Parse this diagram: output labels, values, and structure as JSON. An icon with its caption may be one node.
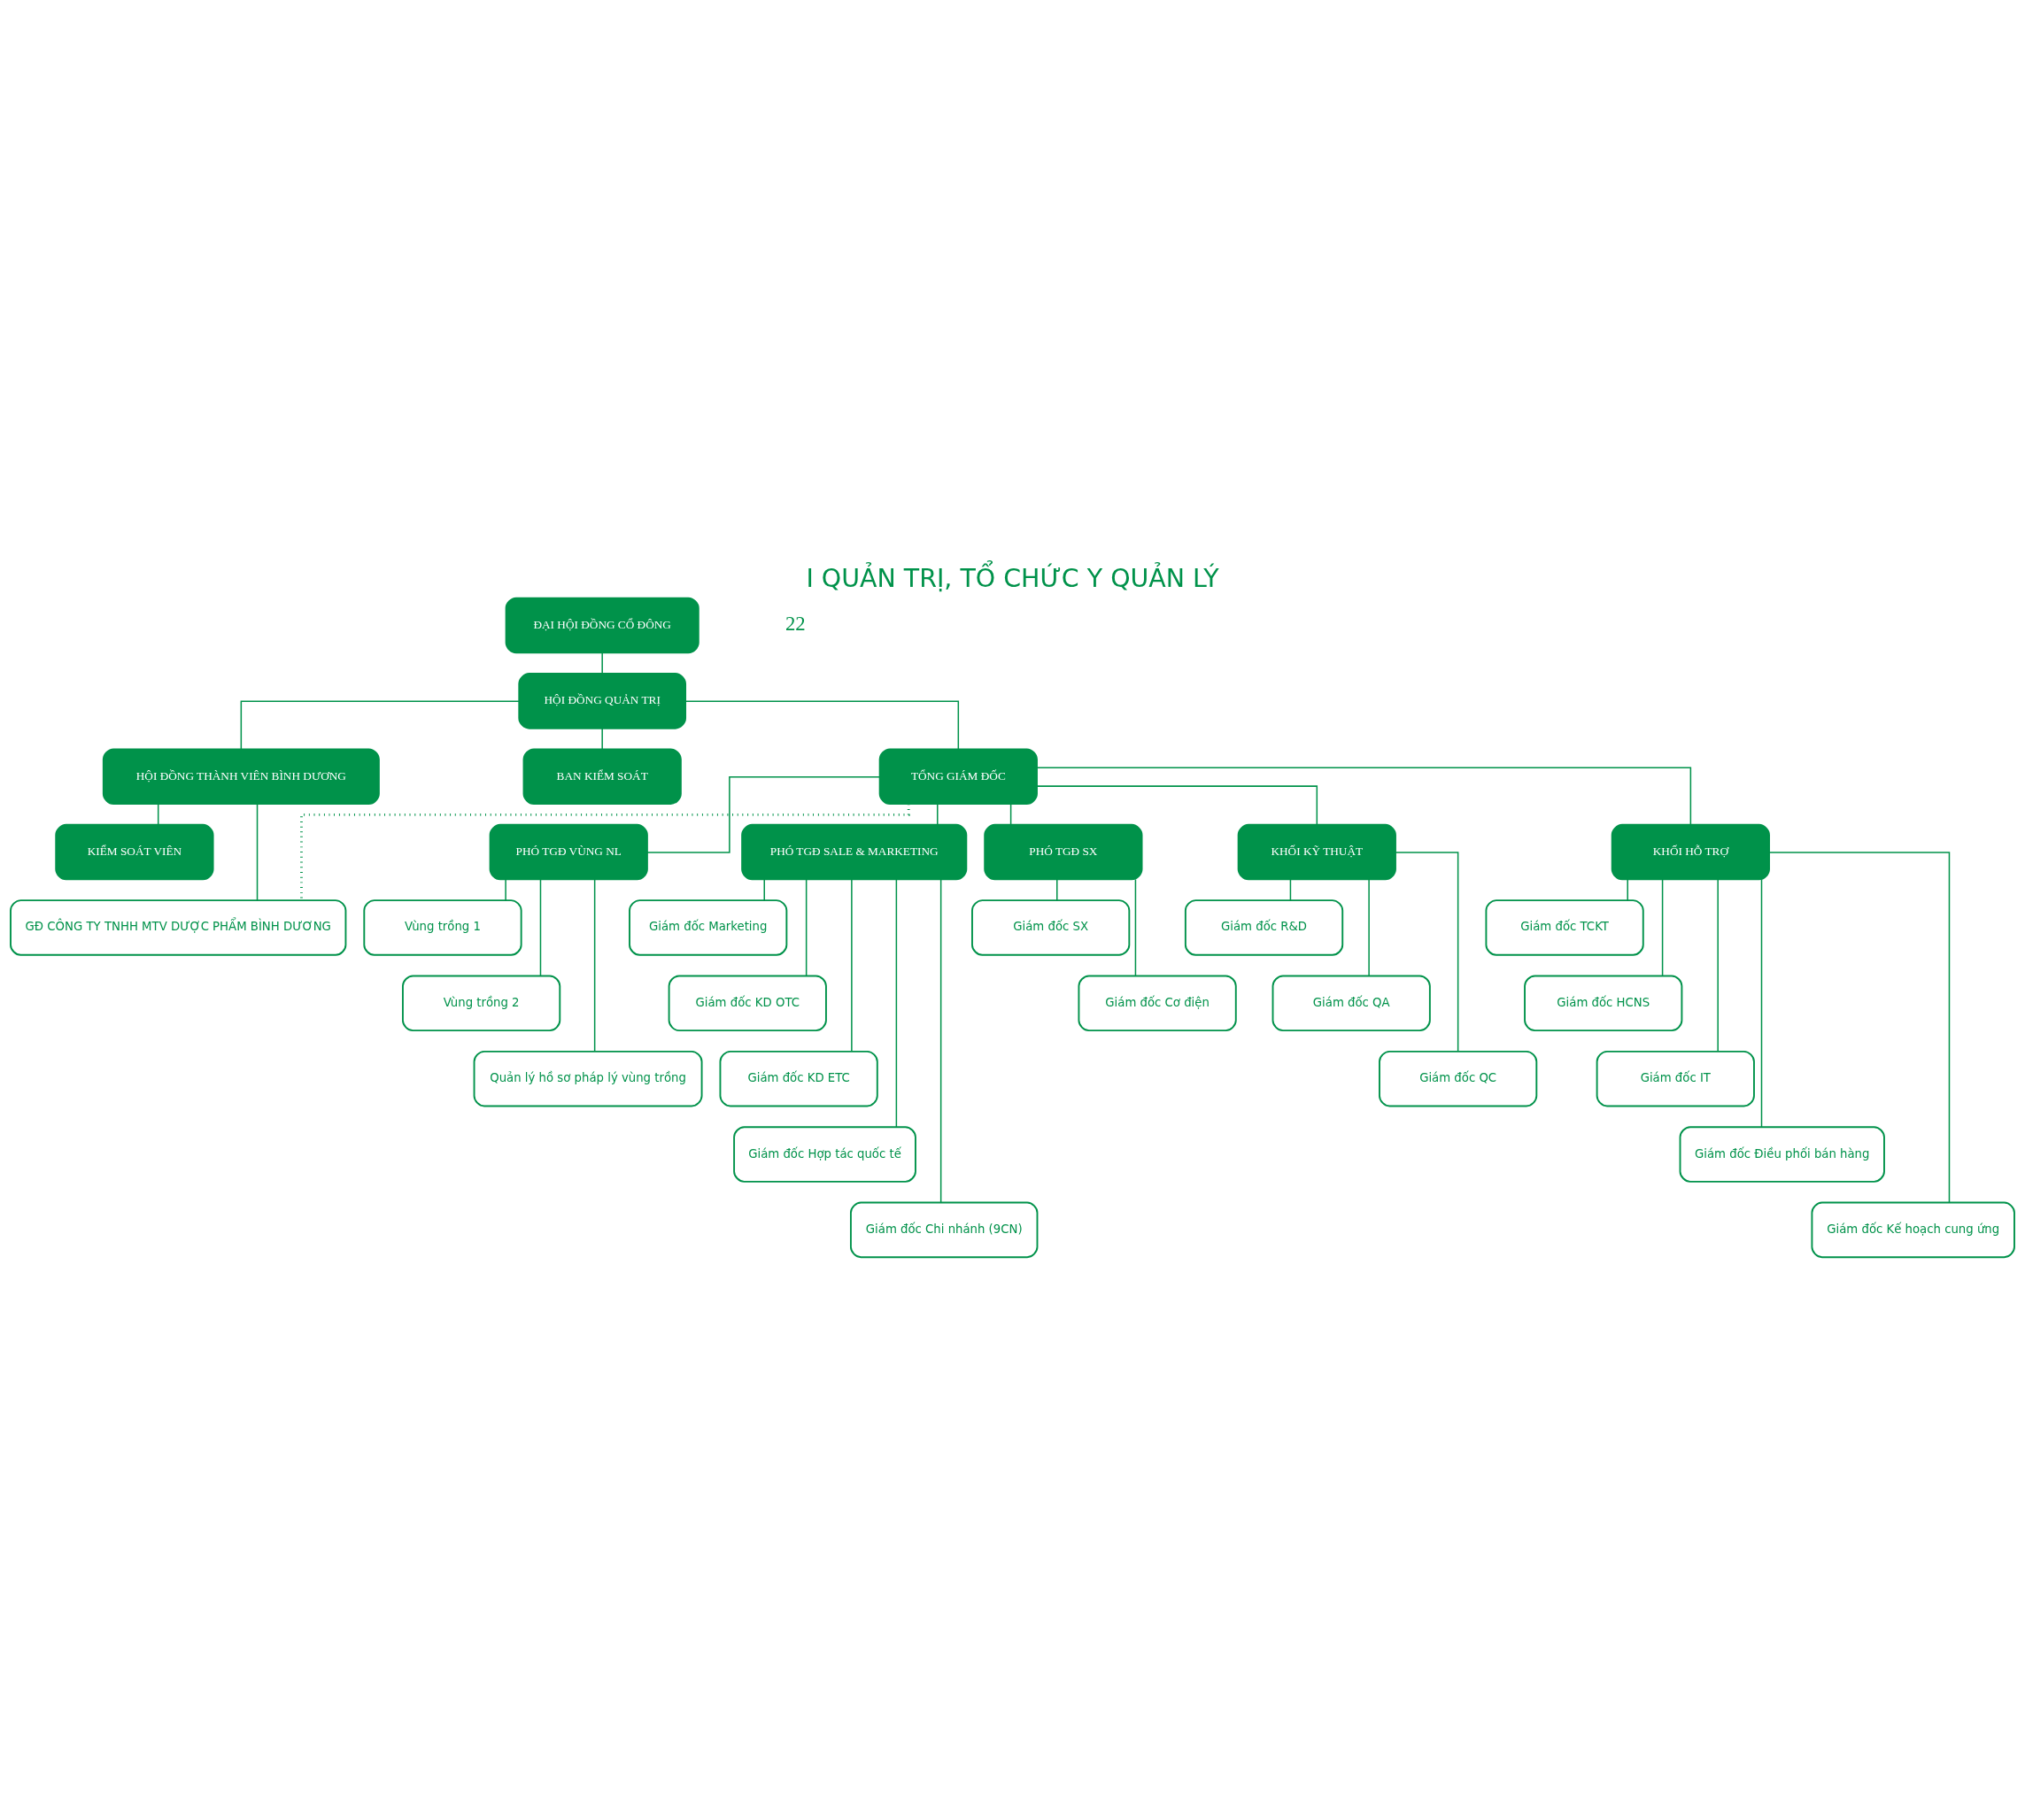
{
  "diagram": {
    "title": "I QUẢN TRỊ, TỔ CHỨC Y QUẢN LÝ",
    "nodes": [
      {
        "text": [
          "ĐẠI HỘI ĐỒNG CỔ ĐÔNG"
        ]
      },
      {
        "text": [
          "HỘI ĐỒNG QUẢN TRỊ"
        ]
      },
      {
        "text": [
          "HỘI ĐỒNG THÀNH VIÊN BÌNH DƯƠNG"
        ]
      },
      {
        "text": [
          "BAN KIỂM SOÁT"
        ]
      },
      {
        "text": [
          "KIỂM SOÁT VIÊN"
        ]
      },
      {
        "text": [
          "TỔNG GIÁM ĐỐC"
        ]
      },
      {
        "text": [
          "PHÓ TGĐ VÙNG NL"
        ]
      },
      {
        "text": [
          "PHÓ TGĐ SALE & MARKETING"
        ]
      },
      {
        "text": [
          "PHÓ TGĐ SX"
        ]
      },
      {
        "text": [
          "KHỐI KỸ THUẬT"
        ]
      },
      {
        "text": [
          "KHỐI HỖ TRỢ"
        ]
      },
      {
        "text": [
          "Vùng trồng 1"
        ]
      },
      {
        "text": [
          "Vùng trồng 2"
        ]
      },
      {
        "text": [
          "Quản lý hồ sơ pháp lý vùng trồng"
        ]
      },
      {
        "text": [
          "Giám đốc Marketing"
        ]
      },
      {
        "text": [
          "Giám đốc KD OTC"
        ]
      },
      {
        "text": [
          "Giám đốc KD ETC"
        ]
      },
      {
        "text": [
          "Giám đốc Hợp tác quốc tế"
        ]
      },
      {
        "text": [
          "Giám đốc Chi nhánh (9CN)"
        ]
      },
      {
        "text": [
          "Giám đốc SX"
        ]
      },
      {
        "text": [
          "Giám đốc Cơ điện"
        ]
      },
      {
        "text": [
          "Giám đốc R&D"
        ]
      },
      {
        "text": [
          "Giám đốc QA"
        ]
      },
      {
        "text": [
          "Giám đốc QC"
        ]
      },
      {
        "text": [
          "Giám đốc TCKT"
        ]
      },
      {
        "text": [
          "Giám đốc HCNS"
        ]
      },
      {
        "text": [
          "Giám đốc IT"
        ]
      },
      {
        "text": [
          "Giám đốc Điều phối bán hàng"
        ]
      },
      {
        "text": [
          "Giám đốc Kế hoạch cung ứng"
        ]
      },
      {
        "text": [
          "GĐ CÔNG TY TNHH MTV DƯỢC PHẨM BÌNH DƯƠNG"
        ]
      }
    ],
    "edges": [
      {
        "from": 0,
        "to": 1,
        "arrow": "none"
      },
      {
        "from": 1,
        "to": 2,
        "arrow": "none"
      },
      {
        "from": 1,
        "to": 3,
        "arrow": "none"
      },
      {
        "from": 1,
        "to": 5,
        "arrow": "none"
      },
      {
        "from": 2,
        "to": 4,
        "arrow": "none"
      },
      {
        "from": 2,
        "to": 29,
        "arrow": "none"
      },
      {
        "from": 5,
        "to": 29,
        "arrow": "none",
        "style": "dashed"
      },
      {
        "from": 5,
        "to": 6,
        "arrow": "none"
      },
      {
        "from": 5,
        "to": 7,
        "arrow": "none"
      },
      {
        "from": 5,
        "to": 8,
        "arrow": "none"
      },
      {
        "from": 5,
        "to": 9,
        "arrow": "none"
      },
      {
        "from": 5,
        "to": 10,
        "arrow": "none"
      },
      {
        "from": 6,
        "to": 11,
        "arrow": "none"
      },
      {
        "from": 6,
        "to": 12,
        "arrow": "none"
      },
      {
        "from": 6,
        "to": 13,
        "arrow": "none"
      },
      {
        "from": 7,
        "to": 14,
        "arrow": "none"
      },
      {
        "from": 7,
        "to": 15,
        "arrow": "none"
      },
      {
        "from": 7,
        "to": 16,
        "arrow": "none"
      },
      {
        "from": 7,
        "to": 17,
        "arrow": "none"
      },
      {
        "from": 7,
        "to": 18,
        "arrow": "none"
      },
      {
        "from": 8,
        "to": 19,
        "arrow": "none"
      },
      {
        "from": 8,
        "to": 20,
        "arrow": "none"
      },
      {
        "from": 9,
        "to": 21,
        "arrow": "none"
      },
      {
        "from": 9,
        "to": 22,
        "arrow": "none"
      },
      {
        "from": 9,
        "to": 23,
        "arrow": "none"
      },
      {
        "from": 10,
        "to": 24,
        "arrow": "none"
      },
      {
        "from": 10,
        "to": 25,
        "arrow": "none"
      },
      {
        "from": 10,
        "to": 26,
        "arrow": "none"
      },
      {
        "from": 10,
        "to": 27,
        "arrow": "none"
      },
      {
        "from": 10,
        "to": 28,
        "arrow": "none"
      }
    ],
    "labels": [
      "22"
    ]
  }
}
